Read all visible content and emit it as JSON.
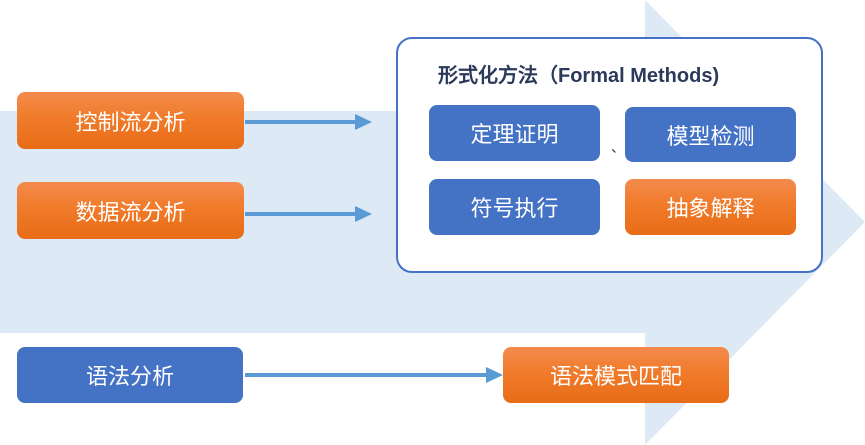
{
  "left_nodes": [
    {
      "label": "控制流分析"
    },
    {
      "label": "数据流分析"
    },
    {
      "label": "语法分析"
    }
  ],
  "formal_methods": {
    "title": "形式化方法（Formal Methods)",
    "separator": "、",
    "items": [
      {
        "label": "定理证明"
      },
      {
        "label": "模型检测"
      },
      {
        "label": "符号执行"
      },
      {
        "label": "抽象解释"
      }
    ]
  },
  "target_node": {
    "label": "语法模式匹配"
  },
  "colors": {
    "orange": "#f07b2a",
    "blue": "#4472c4",
    "arrow": "#5b9bd5",
    "background_arrow": "#dde9f5"
  }
}
